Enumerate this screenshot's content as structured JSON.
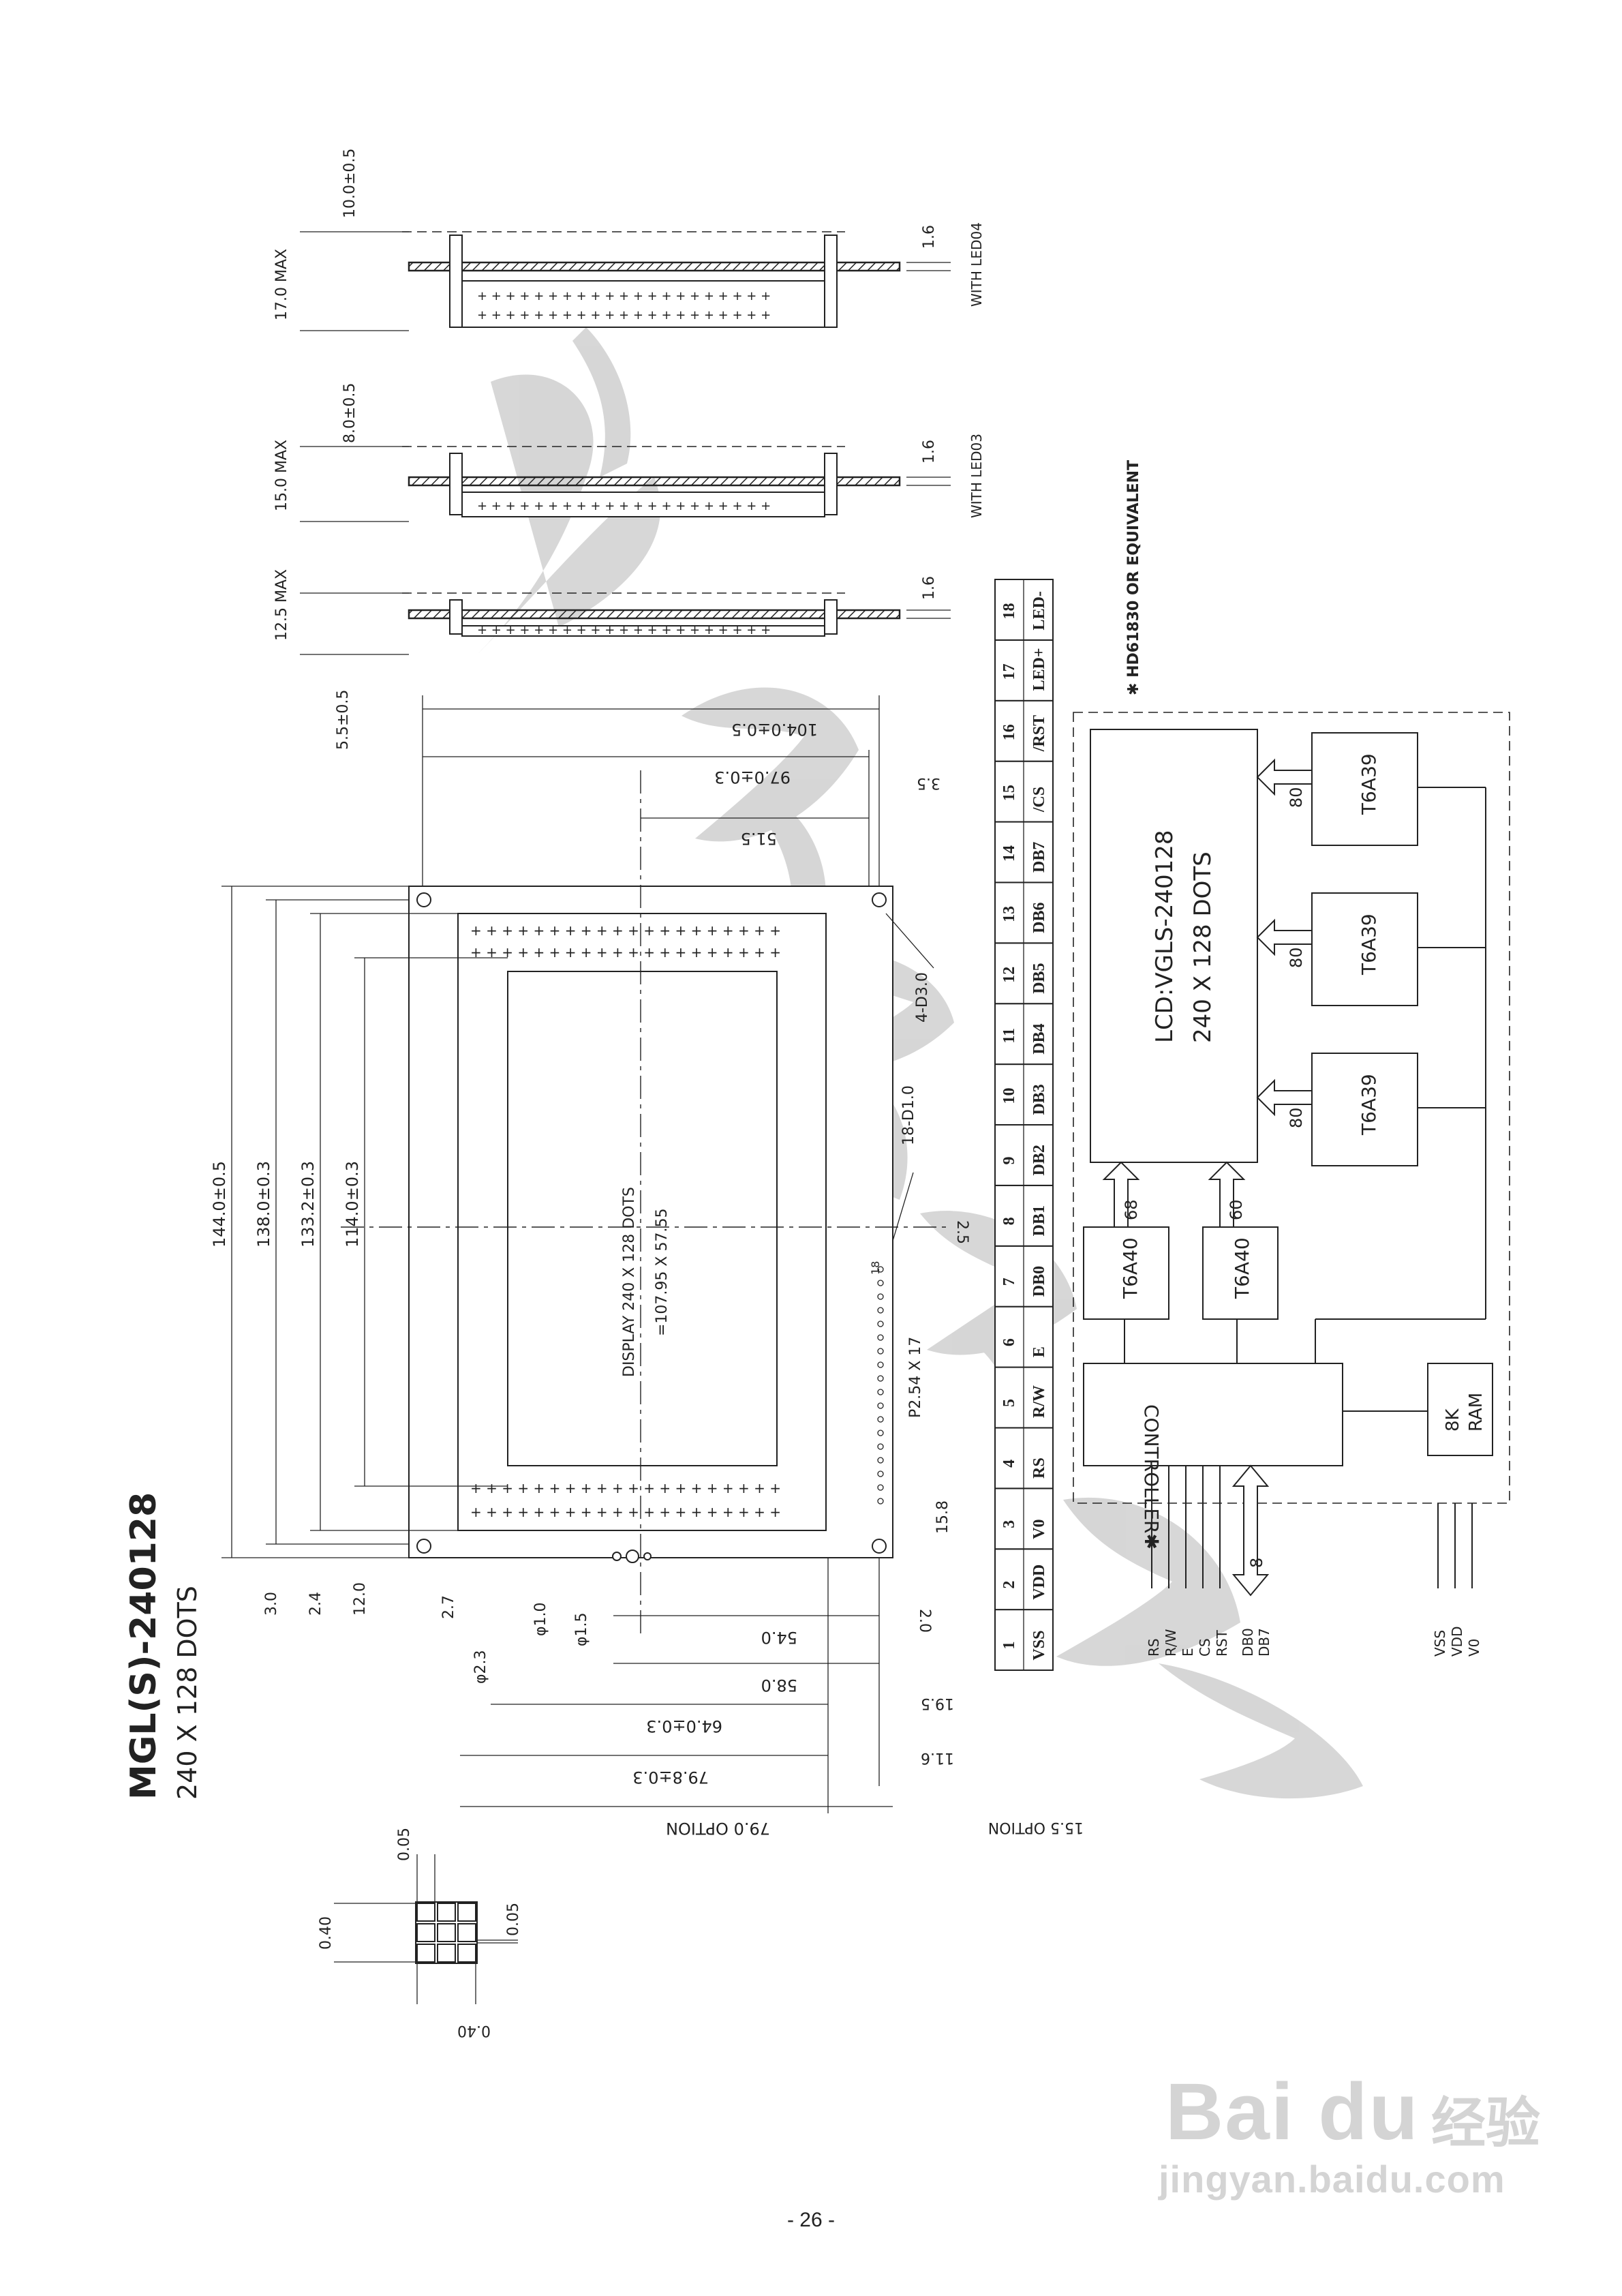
{
  "model": {
    "title": "MGL(S)-240128",
    "subtitle": "240 X 128 DOTS"
  },
  "side_views": [
    {
      "height": "12.5 MAX",
      "offset": "5.5±0.5",
      "thickness": "1.6",
      "option": ""
    },
    {
      "height": "15.0 MAX",
      "offset": "8.0±0.5",
      "thickness": "1.6",
      "option": "WITH LED03"
    },
    {
      "height": "17.0 MAX",
      "offset": "10.0±0.5",
      "thickness": "1.6",
      "option": "WITH LED04"
    }
  ],
  "outline_dims": {
    "d_144": "144.0±0.5",
    "d_138": "138.0±0.3",
    "d_133": "133.2±0.3",
    "d_114": "114.0±0.3",
    "d_104": "104.0±0.5",
    "d_97": "97.0±0.3",
    "d_51": "51.5",
    "d_3_5": "3.5",
    "d_3_0": "3.0",
    "d_2_4": "2.4",
    "d_12": "12.0",
    "d_2_7": "2.7",
    "d_phi23": "φ2.3",
    "d_phi10": "φ1.0",
    "d_phi15": "φ1.5",
    "d_54": "54.0",
    "d_58": "58.0",
    "d_64": "64.0±0.3",
    "d_79_8": "79.8±0.3",
    "d_79_opt": "79.0 OPTION",
    "d_2_0": "2.0",
    "d_19_5": "19.5",
    "d_11_6": "11.6",
    "d_15_5": "15.5 OPTION",
    "d_15_8": "15.8",
    "d_pitch": "P2.54 X 17",
    "d_2_5": "2.5",
    "d_18d": "18-D1.0",
    "d_4d": "4-D3.0",
    "pin18": "18"
  },
  "display": {
    "line1": "DISPLAY  240 X 128 DOTS",
    "line2": "=107.95 X 57.55"
  },
  "dot_dims": {
    "a": "0.05",
    "b": "0.40",
    "c": "0.05",
    "d": "0.40"
  },
  "pins": [
    {
      "num": "1",
      "name": "VSS"
    },
    {
      "num": "2",
      "name": "VDD"
    },
    {
      "num": "3",
      "name": "V0"
    },
    {
      "num": "4",
      "name": "RS"
    },
    {
      "num": "5",
      "name": "R/W"
    },
    {
      "num": "6",
      "name": "E"
    },
    {
      "num": "7",
      "name": "DB0"
    },
    {
      "num": "8",
      "name": "DB1"
    },
    {
      "num": "9",
      "name": "DB2"
    },
    {
      "num": "10",
      "name": "DB3"
    },
    {
      "num": "11",
      "name": "DB4"
    },
    {
      "num": "12",
      "name": "DB5"
    },
    {
      "num": "13",
      "name": "DB6"
    },
    {
      "num": "14",
      "name": "DB7"
    },
    {
      "num": "15",
      "name": "/CS"
    },
    {
      "num": "16",
      "name": "/RST"
    },
    {
      "num": "17",
      "name": "LED+"
    },
    {
      "num": "18",
      "name": "LED-"
    }
  ],
  "block": {
    "note": "✱ HD61830 OR EQUIVALENT",
    "lcd_line1": "LCD:VGLS-240128",
    "lcd_line2": "240 X 128 DOTS",
    "t6a39": "T6A39",
    "t6a40": "T6A40",
    "bus80": "80",
    "bus68": "68",
    "bus60": "60",
    "controller": "CONTROLLER✱",
    "ram_line1": "8K",
    "ram_line2": "RAM",
    "bus8": "8",
    "sig_rs": "RS",
    "sig_rw": "R/W",
    "sig_e": "E",
    "sig_cs": "CS",
    "sig_rst": "RST",
    "sig_db0": "DB0",
    "sig_db7": "DB7",
    "sig_vss": "VSS",
    "sig_vdd": "VDD",
    "sig_v0": "V0"
  },
  "footer": {
    "page": "- 26 -"
  },
  "watermark": {
    "brand": "Bai  du",
    "cn": "经验",
    "url": "jingyan.baidu.com"
  }
}
